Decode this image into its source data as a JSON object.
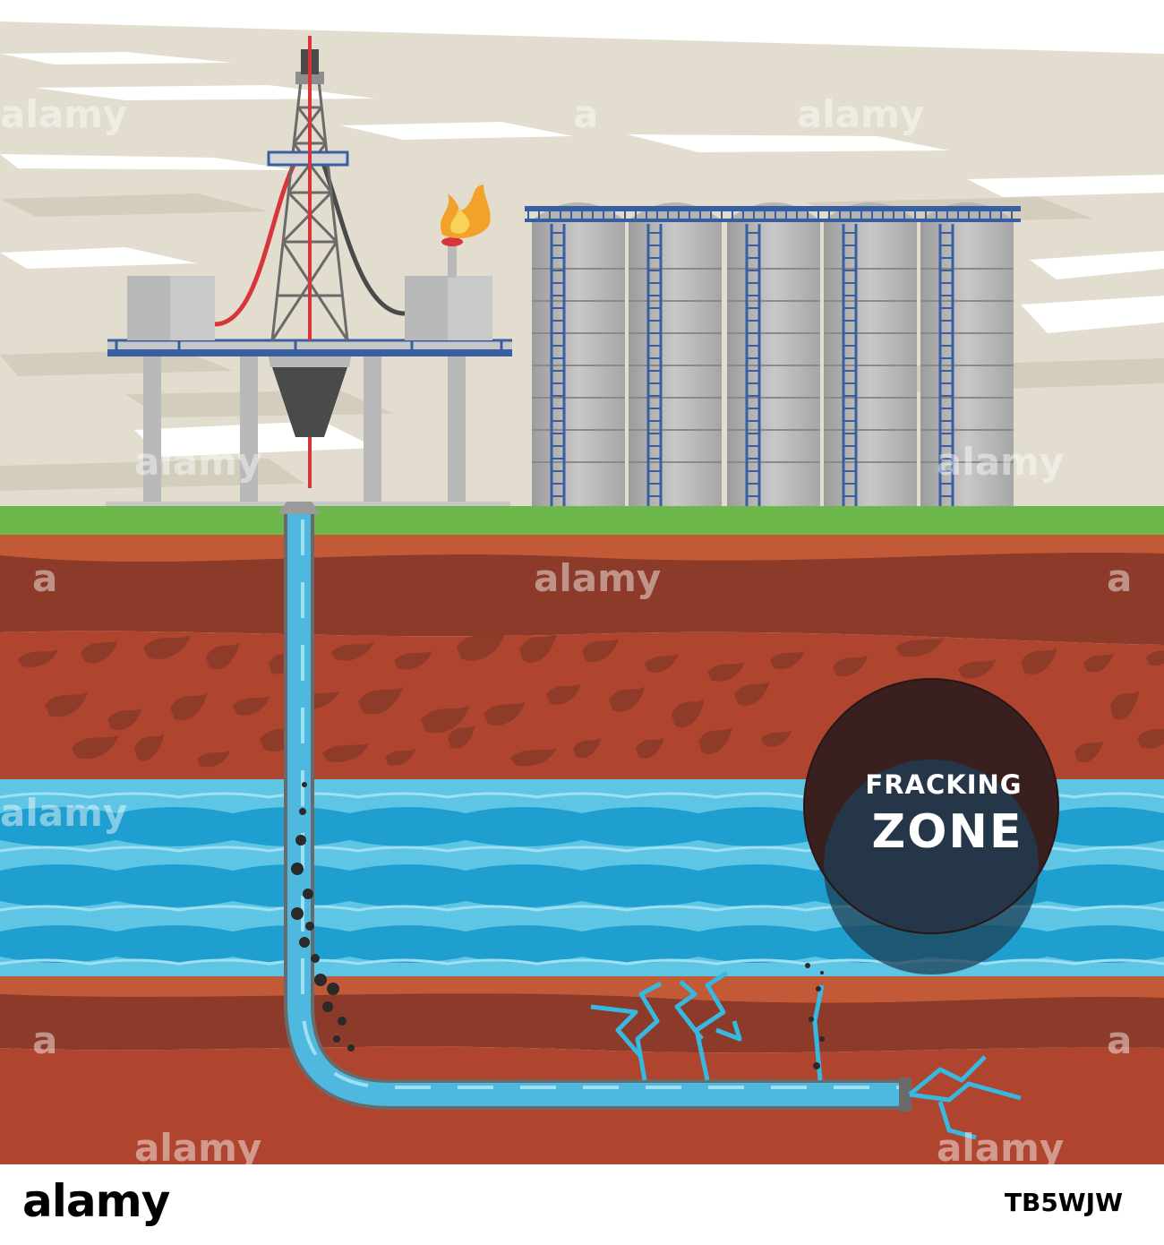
{
  "badge": {
    "line1": "FRACKING",
    "line2": "ZONE"
  },
  "watermark": {
    "text": "alamy",
    "short": "a"
  },
  "footer": {
    "logo": "alamy",
    "image_id": "TB5WJW"
  },
  "colors": {
    "sky": "#e2ddcf",
    "grass": "#6cb84a",
    "soil_light": "#c25a38",
    "soil_dark": "#8c3a2a",
    "soil_mid": "#b0452f",
    "water": "#5ec6e4",
    "water_dark": "#1f9fd0",
    "pipe": "#4fb8df",
    "badge": "#3a1f1f",
    "tank": "#b9b9b9",
    "rail": "#3a5fa0",
    "flame": "#f2a12a"
  },
  "icons": {
    "flame": "flame-icon",
    "drilling_rig": "derrick-icon",
    "storage_tanks": "silo-icon",
    "fractures": "crack-icon"
  }
}
